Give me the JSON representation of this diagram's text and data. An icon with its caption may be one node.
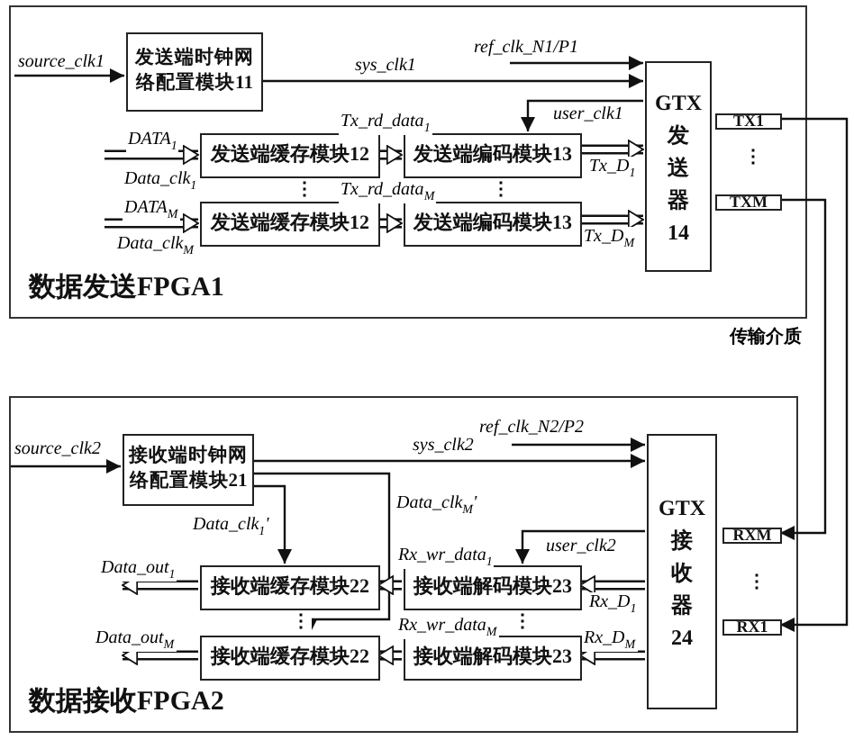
{
  "diagram": {
    "nodes": [
      {
        "text": [
          "数据发送FPGA1"
        ]
      },
      {
        "text": [
          "发送端时钟网络配置模块11"
        ],
        "in": 0
      },
      {
        "text": [
          "发送端缓存模块12"
        ],
        "in": 0
      },
      {
        "text": [
          "发送端编码模块13"
        ],
        "in": 0
      },
      {
        "text": [
          "发送端缓存模块12"
        ],
        "in": 0
      },
      {
        "text": [
          "发送端编码模块13"
        ],
        "in": 0
      },
      {
        "text": [
          "GTX发送器14"
        ],
        "in": 0
      },
      {
        "text": [
          "TX1"
        ],
        "in": 0
      },
      {
        "text": [
          "TXM"
        ],
        "in": 0
      },
      {
        "text": [
          "数据接收FPGA2"
        ]
      },
      {
        "text": [
          "接收端时钟网络配置模块21"
        ],
        "in": 9
      },
      {
        "text": [
          "接收端缓存模块22"
        ],
        "in": 9
      },
      {
        "text": [
          "接收端解码模块23"
        ],
        "in": 9
      },
      {
        "text": [
          "接收端缓存模块22"
        ],
        "in": 9
      },
      {
        "text": [
          "接收端解码模块23"
        ],
        "in": 9
      },
      {
        "text": [
          "GTX接收器24"
        ],
        "in": 9
      },
      {
        "text": [
          "RXM"
        ],
        "in": 9
      },
      {
        "text": [
          "RX1"
        ],
        "in": 9
      }
    ],
    "edges": [
      {
        "from": null,
        "to": 1,
        "arrow": "to",
        "label": "source_clk1"
      },
      {
        "from": 1,
        "to": 6,
        "arrow": "to",
        "label": "sys_clk1"
      },
      {
        "from": null,
        "to": 6,
        "arrow": "to",
        "label": "ref_clk_N1/P1"
      },
      {
        "from": 6,
        "to": 3,
        "arrow": "to",
        "label": "user_clk1"
      },
      {
        "from": null,
        "to": 2,
        "arrow": "to",
        "label": "DATA$_{1}$",
        "style": "thick"
      },
      {
        "from": 2,
        "to": 3,
        "arrow": "to",
        "label": "Tx_rd_data$_{1}$",
        "style": "thick"
      },
      {
        "from": 3,
        "to": 6,
        "arrow": "to",
        "label": "Tx_D$_{1}$",
        "style": "thick"
      },
      {
        "from": null,
        "to": 4,
        "arrow": "to",
        "label": "DATA$_{M}$",
        "style": "thick"
      },
      {
        "from": 4,
        "to": 5,
        "arrow": "to",
        "label": "Tx_rd_data$_{M}$",
        "style": "thick"
      },
      {
        "from": 5,
        "to": 6,
        "arrow": "to",
        "label": "Tx_D$_{M}$",
        "style": "thick"
      },
      {
        "from": 7,
        "to": 17,
        "arrow": "to"
      },
      {
        "from": 8,
        "to": 16,
        "arrow": "to"
      },
      {
        "from": null,
        "to": 10,
        "arrow": "to",
        "label": "source_clk2"
      },
      {
        "from": 10,
        "to": 15,
        "arrow": "to",
        "label": "sys_clk2"
      },
      {
        "from": null,
        "to": 15,
        "arrow": "to",
        "label": "ref_clk_N2/P2"
      },
      {
        "from": 10,
        "to": 11,
        "arrow": "to",
        "label": "Data_clk$_{1}$'"
      },
      {
        "from": 10,
        "to": 13,
        "arrow": "to",
        "label": "Data_clk$_{M}$'"
      },
      {
        "from": 15,
        "to": 12,
        "arrow": "to",
        "label": "user_clk2"
      },
      {
        "from": 15,
        "to": 12,
        "arrow": "to",
        "label": "Rx_D$_{1}$",
        "style": "thick"
      },
      {
        "from": 12,
        "to": 11,
        "arrow": "to",
        "label": "Rx_wr_data$_{1}$",
        "style": "thick"
      },
      {
        "from": 11,
        "to": null,
        "arrow": "to",
        "label": "Data_out$_{1}$",
        "style": "thick"
      },
      {
        "from": 15,
        "to": 14,
        "arrow": "to",
        "label": "Rx_D$_{M}$",
        "style": "thick"
      },
      {
        "from": 14,
        "to": 13,
        "arrow": "to",
        "label": "Rx_wr_data$_{M}$",
        "style": "thick"
      },
      {
        "from": 13,
        "to": null,
        "arrow": "to",
        "label": "Data_out$_{M}$",
        "style": "thick"
      }
    ],
    "labels": [
      "Data_clk$_{1}$",
      "⋮",
      "⋮",
      "Data_clk$_{M}$",
      "⋮",
      "传输介质",
      "⋮",
      "⋮",
      "⋮"
    ]
  }
}
